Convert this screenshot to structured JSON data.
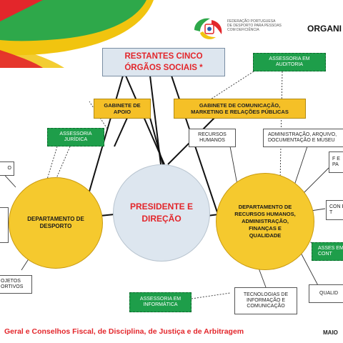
{
  "header": {
    "logo_text_1": "FEDERAÇÃO PORTUGUESA",
    "logo_text_2": "DE DESPORTO PARA PESSOAS",
    "logo_text_3": "COM DEFICIÊNCIA",
    "title": "ORGANI"
  },
  "boxes": {
    "restantes": "RESTANTES CINCO ÓRGÃOS SOCIAIS *",
    "gabinete_apoio": "GABINETE DE APOIO",
    "gabinete_comunicacao": "GABINETE DE COMUNICAÇÃO, MARKETING E RELAÇÕES PÚBLICAS",
    "recursos_humanos": "RECURSOS HUMANOS",
    "administracao": "ADMINISTRAÇÃO, ARQUIVO, DOCUMENTAÇÃO E MUSEU",
    "tecnologias": "TECNOLOGIAS DE INFORMAÇÃO E COMUNICAÇÃO",
    "left_top": "O",
    "left_bottom": "OJETOS ORTIVOS",
    "right_1": "F E PA",
    "right_2": "CON E T",
    "right_3": "QUALID"
  },
  "assessorias": {
    "auditoria": "ASSESSORIA EM AUDITORIA",
    "juridica": "ASSESSORIA JURÍDICA",
    "informatica": "ASSESSORIA EM INFORMÁTICA",
    "contabilidade": "ASSES EM CONT"
  },
  "circles": {
    "dept_desporto": "DEPARTAMENTO DE DESPORTO",
    "presidente": "PRESIDENTE E DIREÇÃO",
    "dept_recursos": "DEPARTAMENTO DE RECURSOS HUMANOS, ADMINISTRAÇÃO, FINANÇAS E QUALIDADE"
  },
  "footer": {
    "text": "Geral e Conselhos Fiscal, de Disciplina, de Justiça e de Arbitragem",
    "date": "MAIO"
  },
  "colors": {
    "yellow": "#f5c027",
    "green": "#1e9e4a",
    "red": "#e3262b",
    "light_blue": "#dde6ef"
  }
}
